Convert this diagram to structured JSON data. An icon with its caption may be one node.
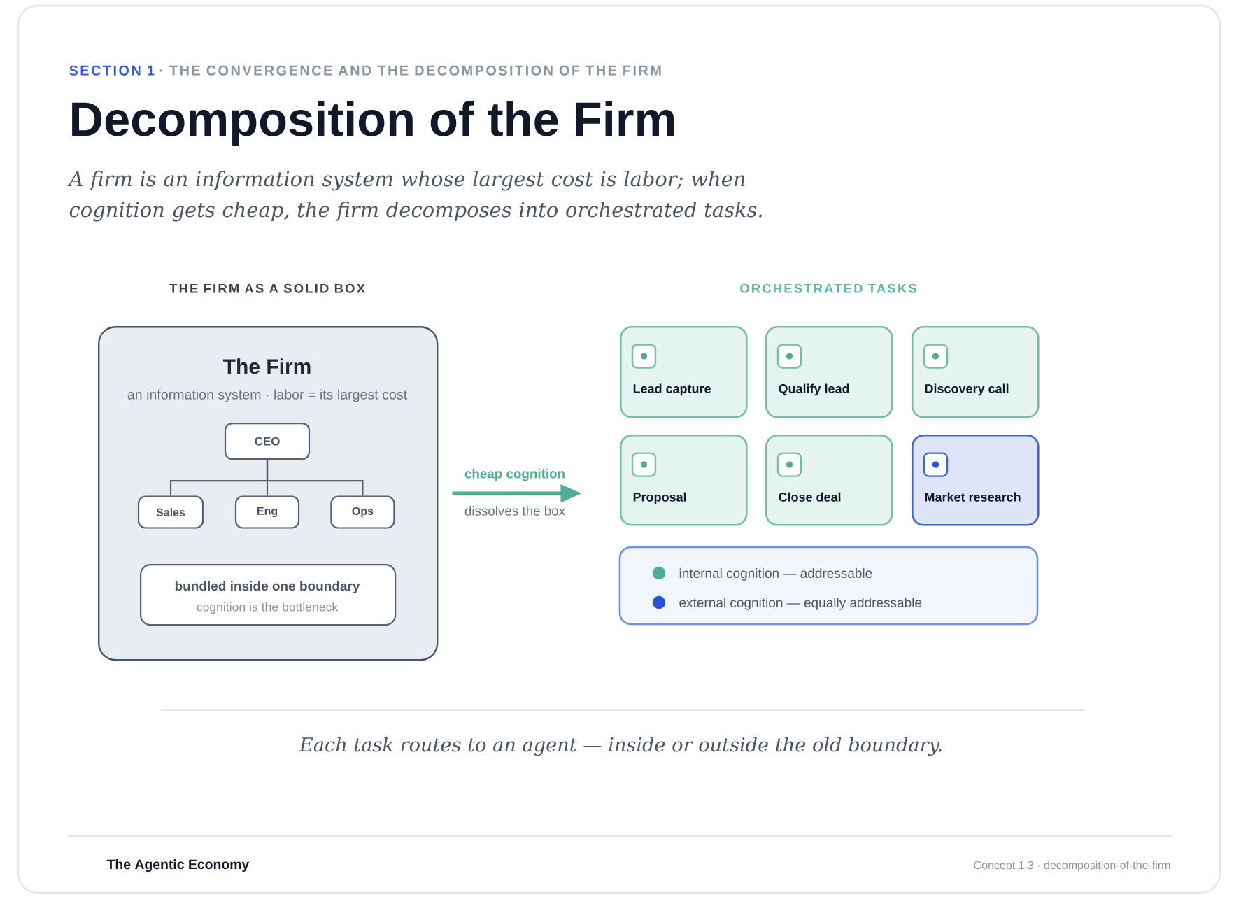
{
  "diagram": {
    "title": "Decomposition of the Firm",
    "caption": "Each task routes to an agent — inside or outside the old boundary.",
    "nodes": [
      {
        "text": [
          "The Firm",
          "an information system · labor = its largest cost"
        ]
      },
      {
        "text": [
          "CEO"
        ],
        "in": 0
      },
      {
        "text": [
          "Sales"
        ],
        "in": 0
      },
      {
        "text": [
          "Eng"
        ],
        "in": 0
      },
      {
        "text": [
          "Ops"
        ],
        "in": 0
      },
      {
        "text": [
          "bundled inside one boundary",
          "cognition is the bottleneck"
        ],
        "in": 0
      },
      {
        "text": [
          "Lead capture"
        ]
      },
      {
        "text": [
          "Qualify lead"
        ]
      },
      {
        "text": [
          "Discovery call"
        ]
      },
      {
        "text": [
          "Proposal"
        ]
      },
      {
        "text": [
          "Close deal"
        ]
      },
      {
        "text": [
          "Market research"
        ]
      }
    ],
    "edges": [
      {
        "from": 1,
        "to": 2,
        "arrow": "none"
      },
      {
        "from": 1,
        "to": 3,
        "arrow": "none"
      },
      {
        "from": 1,
        "to": 4,
        "arrow": "none"
      },
      {
        "from": 0,
        "to": 9,
        "arrow": "to",
        "label": "cheap cognition",
        "style": "thick",
        "color": "#50ae96"
      }
    ],
    "labels": [
      "SECTION 1",
      "· THE CONVERGENCE AND THE DECOMPOSITION OF THE FIRM",
      "A firm is an information system whose largest cost is labor; when cognition gets cheap, the firm decomposes into orchestrated tasks.",
      "THE FIRM AS A SOLID BOX",
      "ORCHESTRATED TASKS",
      "dissolves the box",
      "The Agentic Economy",
      "Concept 1.3 · decomposition-of-the-firm"
    ],
    "legend": [
      {
        "text": "internal cognition — addressable",
        "color": "#50ae96"
      },
      {
        "text": "external cognition — equally addressable",
        "color": "#2a52d9"
      }
    ]
  }
}
